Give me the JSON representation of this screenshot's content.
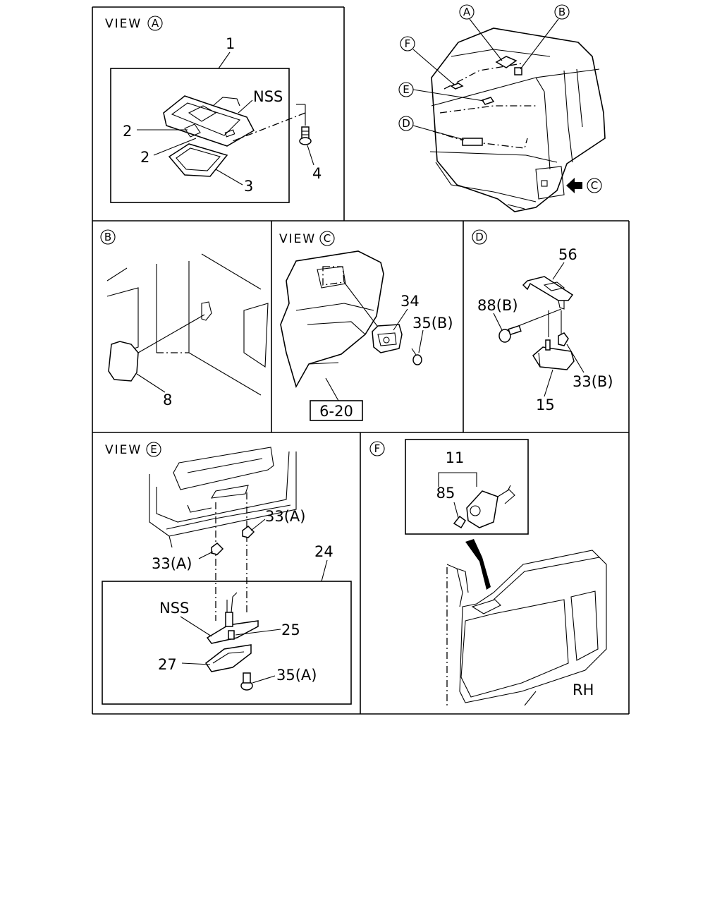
{
  "panels": {
    "A": {
      "view_prefix": "VIEW",
      "view_letter": "A",
      "labels": {
        "p1": "1",
        "nss": "NSS",
        "p2a": "2",
        "p2b": "2",
        "p3": "3",
        "p4": "4"
      }
    },
    "overview": {
      "callouts": {
        "a": "A",
        "b": "B",
        "c": "C",
        "d": "D",
        "e": "E",
        "f": "F"
      }
    },
    "B": {
      "letter": "B",
      "labels": {
        "p8": "8"
      }
    },
    "C": {
      "view_prefix": "VIEW",
      "view_letter": "C",
      "labels": {
        "p34": "34",
        "p35b": "35(B)",
        "ref": "6-20"
      }
    },
    "D": {
      "letter": "D",
      "labels": {
        "p56": "56",
        "p88b": "88(B)",
        "p33b": "33(B)",
        "p15": "15"
      }
    },
    "E": {
      "view_prefix": "VIEW",
      "view_letter": "E",
      "labels": {
        "p33a_top": "33(A)",
        "p33a_left": "33(A)",
        "p24": "24",
        "nss": "NSS",
        "p25": "25",
        "p27": "27",
        "p35a": "35(A)"
      }
    },
    "F": {
      "letter": "F",
      "labels": {
        "p11": "11",
        "p85": "85",
        "rh": "RH"
      }
    }
  }
}
